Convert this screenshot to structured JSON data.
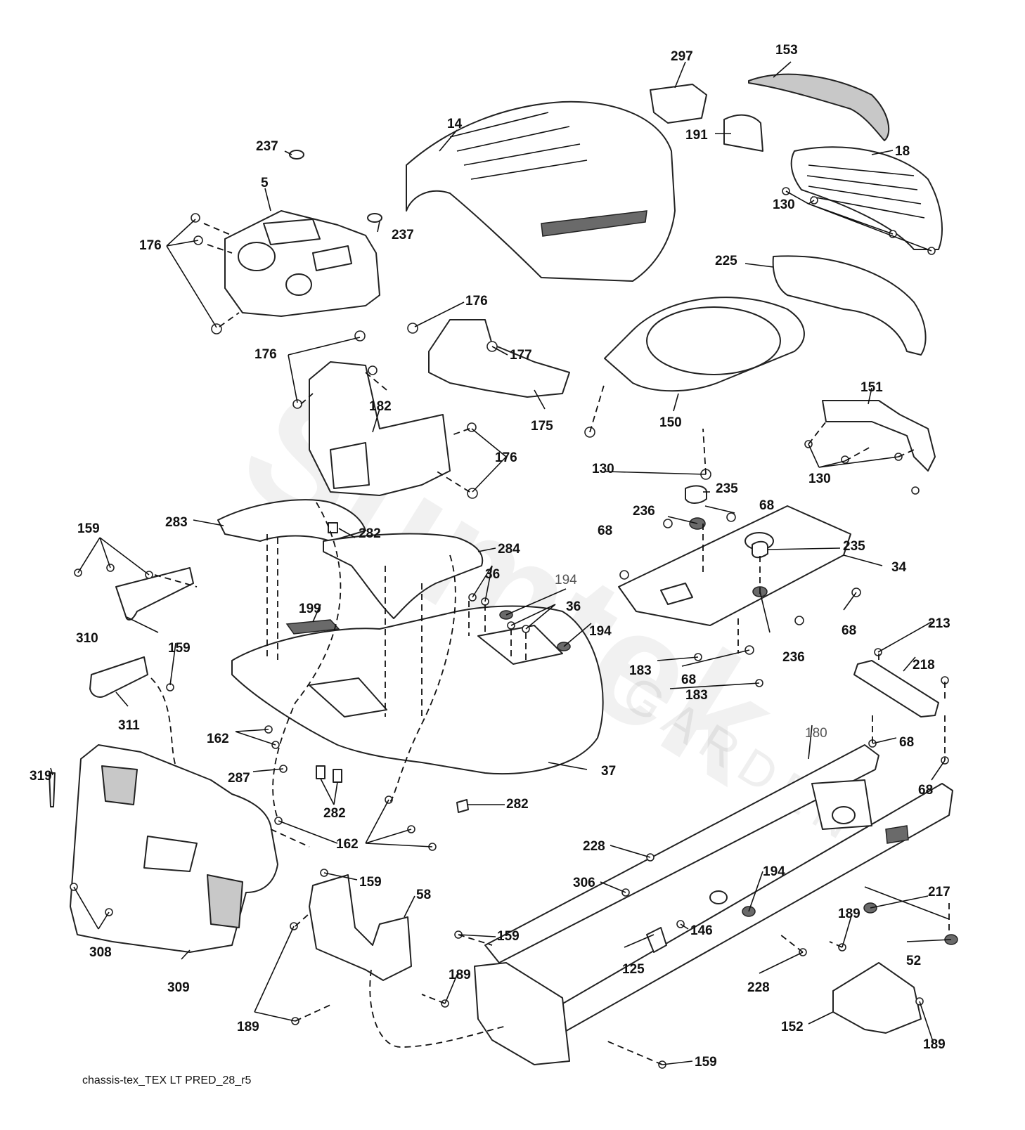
{
  "diagram": {
    "caption": "chassis-tex_TEX LT PRED_28_r5",
    "watermark": {
      "brand": "Sumtek",
      "sub": "GARDEN"
    },
    "labels": [
      {
        "text": "297"
      },
      {
        "text": "153"
      },
      {
        "text": "14"
      },
      {
        "text": "191"
      },
      {
        "text": "237"
      },
      {
        "text": "18"
      },
      {
        "text": "5"
      },
      {
        "text": "237"
      },
      {
        "text": "130"
      },
      {
        "text": "176"
      },
      {
        "text": "225"
      },
      {
        "text": "176"
      },
      {
        "text": "176"
      },
      {
        "text": "177"
      },
      {
        "text": "182"
      },
      {
        "text": "175"
      },
      {
        "text": "150"
      },
      {
        "text": "151"
      },
      {
        "text": "176"
      },
      {
        "text": "130"
      },
      {
        "text": "130"
      },
      {
        "text": "235"
      },
      {
        "text": "283"
      },
      {
        "text": "282"
      },
      {
        "text": "284"
      },
      {
        "text": "236"
      },
      {
        "text": "68"
      },
      {
        "text": "68"
      },
      {
        "text": "159"
      },
      {
        "text": "235"
      },
      {
        "text": "36"
      },
      {
        "text": "194"
      },
      {
        "text": "34"
      },
      {
        "text": "199"
      },
      {
        "text": "36"
      },
      {
        "text": "194"
      },
      {
        "text": "68"
      },
      {
        "text": "310"
      },
      {
        "text": "159"
      },
      {
        "text": "213"
      },
      {
        "text": "218"
      },
      {
        "text": "183"
      },
      {
        "text": "236"
      },
      {
        "text": "68"
      },
      {
        "text": "183"
      },
      {
        "text": "311"
      },
      {
        "text": "180"
      },
      {
        "text": "162"
      },
      {
        "text": "68"
      },
      {
        "text": "287"
      },
      {
        "text": "37"
      },
      {
        "text": "319"
      },
      {
        "text": "68"
      },
      {
        "text": "282"
      },
      {
        "text": "282"
      },
      {
        "text": "162"
      },
      {
        "text": "228"
      },
      {
        "text": "159"
      },
      {
        "text": "306"
      },
      {
        "text": "194"
      },
      {
        "text": "217"
      },
      {
        "text": "58"
      },
      {
        "text": "308"
      },
      {
        "text": "146"
      },
      {
        "text": "189"
      },
      {
        "text": "159"
      },
      {
        "text": "125"
      },
      {
        "text": "52"
      },
      {
        "text": "189"
      },
      {
        "text": "228"
      },
      {
        "text": "309"
      },
      {
        "text": "189"
      },
      {
        "text": "152"
      },
      {
        "text": "189"
      },
      {
        "text": "159"
      }
    ]
  }
}
